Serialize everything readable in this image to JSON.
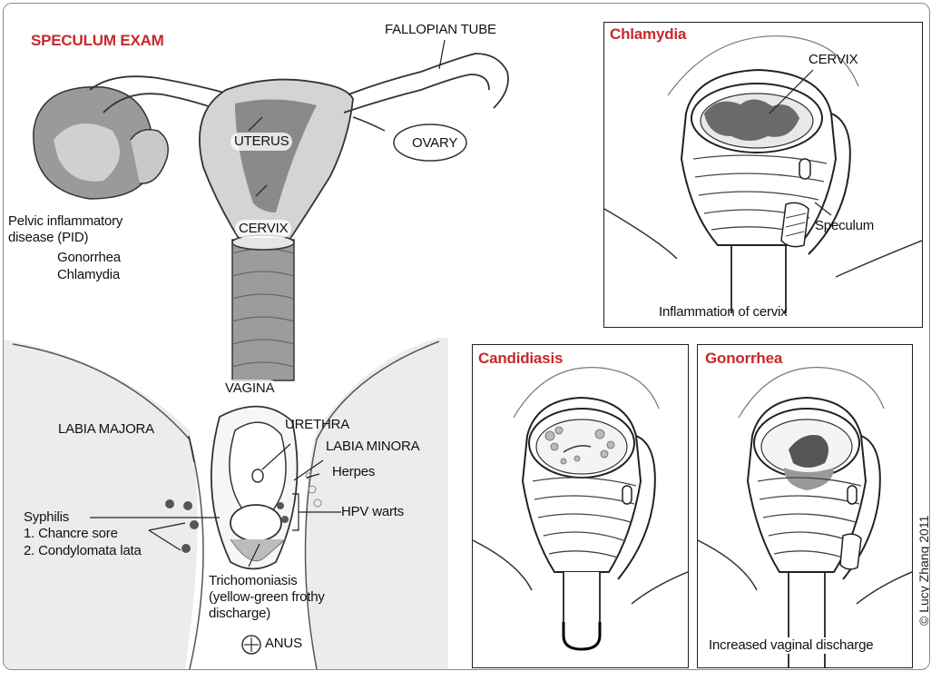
{
  "main": {
    "title": "SPECULUM EXAM",
    "labels": {
      "fallopian_tube": "FALLOPIAN TUBE",
      "uterus": "UTERUS",
      "ovary": "OVARY",
      "cervix": "CERVIX",
      "pid_line1": "Pelvic inflammatory",
      "pid_line2": "disease (PID)",
      "gonorrhea": "Gonorrhea",
      "chlamydia": "Chlamydia",
      "vagina": "VAGINA",
      "labia_majora": "LABIA MAJORA",
      "urethra": "URETHRA",
      "labia_minora": "LABIA MINORA",
      "herpes": "Herpes",
      "hpv_warts": "HPV warts",
      "syphilis": "Syphilis",
      "chancre": "1. Chancre sore",
      "condylomata": "2. Condylomata lata",
      "tricho_line1": "Trichomoniasis",
      "tricho_line2": "(yellow-green frothy",
      "tricho_line3": "discharge)",
      "anus": "ANUS"
    }
  },
  "panels": {
    "chlamydia": {
      "title": "Chlamydia",
      "cervix": "CERVIX",
      "speculum": "Speculum",
      "caption": "Inflammation of cervix"
    },
    "candidiasis": {
      "title": "Candidiasis"
    },
    "gonorrhea": {
      "title": "Gonorrhea",
      "caption": "Increased vaginal discharge"
    }
  },
  "credit": "© Lucy Zhang 2011",
  "colors": {
    "accent": "#c8282a",
    "border": "#222222"
  }
}
